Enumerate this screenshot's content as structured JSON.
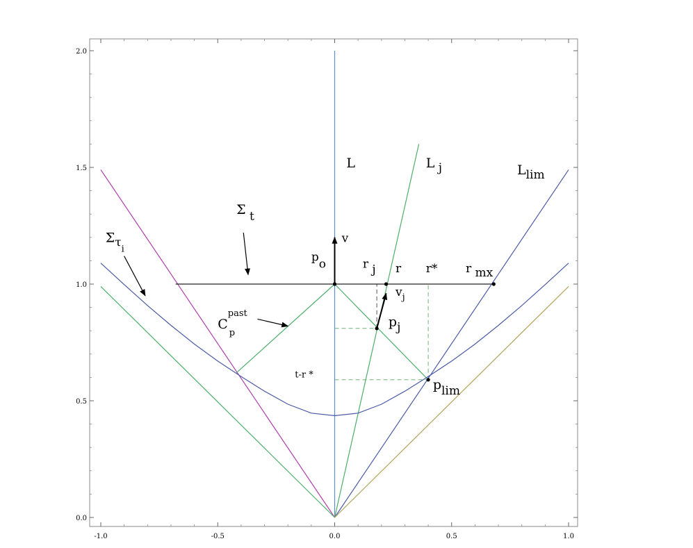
{
  "chart_data": {
    "type": "line",
    "title": "",
    "xlabel": "",
    "ylabel": "",
    "xlim": [
      -1.0,
      1.0
    ],
    "ylim": [
      0.0,
      2.0
    ],
    "grid": false,
    "x_ticks": [
      {
        "value": -1.0,
        "label": "-1.0"
      },
      {
        "value": -0.5,
        "label": "-0.5"
      },
      {
        "value": 0.0,
        "label": "0.0"
      },
      {
        "value": 0.5,
        "label": "0.5"
      },
      {
        "value": 1.0,
        "label": "1.0"
      }
    ],
    "y_ticks": [
      {
        "value": 0.0,
        "label": "0.0"
      },
      {
        "value": 0.5,
        "label": "0.5"
      },
      {
        "value": 1.0,
        "label": "1.0"
      },
      {
        "value": 1.5,
        "label": "1.5"
      },
      {
        "value": 2.0,
        "label": "2.0"
      }
    ],
    "series": [
      {
        "id": "worldline-L",
        "color": "#5b8fc6",
        "points": [
          [
            0.0,
            0.0
          ],
          [
            0.0,
            2.0
          ]
        ]
      },
      {
        "id": "worldline-Lj",
        "color": "#4caf6a",
        "points": [
          [
            0.0,
            0.0
          ],
          [
            0.36,
            1.6
          ]
        ]
      },
      {
        "id": "worldline-Llim",
        "color": "#4a5aa8",
        "points": [
          [
            0.0,
            0.0
          ],
          [
            1.0,
            1.49
          ]
        ]
      },
      {
        "id": "magenta-line",
        "color": "#b03db0",
        "points": [
          [
            -1.0,
            1.49
          ],
          [
            0.0,
            0.0
          ]
        ]
      },
      {
        "id": "green-cone-left",
        "color": "#4caf6a",
        "points": [
          [
            -1.0,
            0.99
          ],
          [
            0.0,
            0.0
          ]
        ]
      },
      {
        "id": "tan-cone-right",
        "color": "#b3a35a",
        "points": [
          [
            0.0,
            0.0
          ],
          [
            1.0,
            0.99
          ]
        ]
      },
      {
        "id": "past-cone-left",
        "color": "#4caf6a",
        "points": [
          [
            -0.42,
            0.62
          ],
          [
            0.0,
            1.0
          ]
        ]
      },
      {
        "id": "past-cone-right",
        "color": "#4caf6a",
        "points": [
          [
            0.0,
            1.0
          ],
          [
            0.4,
            0.59
          ]
        ]
      },
      {
        "id": "surface-sigma-t",
        "color": "#222222",
        "points": [
          [
            -0.68,
            1.0
          ],
          [
            0.68,
            1.0
          ]
        ]
      },
      {
        "id": "hyperboloid-sigma-tau",
        "color": "#4a5aa8",
        "points": [
          [
            -1.0,
            1.09
          ],
          [
            -0.9,
            0.998
          ],
          [
            -0.8,
            0.908
          ],
          [
            -0.7,
            0.823
          ],
          [
            -0.6,
            0.743
          ],
          [
            -0.5,
            0.67
          ],
          [
            -0.4,
            0.604
          ],
          [
            -0.3,
            0.541
          ],
          [
            -0.2,
            0.485
          ],
          [
            -0.1,
            0.447
          ],
          [
            0.0,
            0.436
          ],
          [
            0.1,
            0.447
          ],
          [
            0.2,
            0.485
          ],
          [
            0.3,
            0.541
          ],
          [
            0.4,
            0.604
          ],
          [
            0.5,
            0.67
          ],
          [
            0.6,
            0.743
          ],
          [
            0.7,
            0.823
          ],
          [
            0.8,
            0.908
          ],
          [
            0.9,
            0.998
          ],
          [
            1.0,
            1.09
          ]
        ]
      }
    ],
    "guides": [
      {
        "id": "guide-rj",
        "color": "#555555",
        "points": [
          [
            0.18,
            0.81
          ],
          [
            0.18,
            1.0
          ]
        ]
      },
      {
        "id": "guide-pj-horizontal",
        "color": "#6fb07f",
        "points": [
          [
            0.0,
            0.81
          ],
          [
            0.18,
            0.81
          ]
        ]
      },
      {
        "id": "guide-rstar",
        "color": "#6fb07f",
        "points": [
          [
            0.4,
            0.59
          ],
          [
            0.4,
            1.0
          ]
        ]
      },
      {
        "id": "guide-plim-horizontal",
        "color": "#6fb07f",
        "points": [
          [
            0.0,
            0.59
          ],
          [
            0.4,
            0.59
          ]
        ]
      }
    ],
    "points": [
      {
        "id": "point-po",
        "x": 0.0,
        "y": 1.0
      },
      {
        "id": "point-r",
        "x": 0.22,
        "y": 1.0
      },
      {
        "id": "point-rmx",
        "x": 0.68,
        "y": 1.0
      },
      {
        "id": "point-pj",
        "x": 0.18,
        "y": 0.81
      },
      {
        "id": "point-plim",
        "x": 0.4,
        "y": 0.59
      }
    ],
    "vectors": [
      {
        "id": "vector-v",
        "from": [
          0.0,
          1.0
        ],
        "to": [
          0.0,
          1.2
        ]
      },
      {
        "id": "vector-vj",
        "from": [
          0.18,
          0.81
        ],
        "to": [
          0.22,
          0.96
        ]
      }
    ],
    "label_arrows": [
      {
        "id": "arrow-sigma-t",
        "from": [
          -0.39,
          1.22
        ],
        "to": [
          -0.37,
          1.04
        ]
      },
      {
        "id": "arrow-sigma-tau",
        "from": [
          -0.9,
          1.12
        ],
        "to": [
          -0.81,
          0.95
        ]
      },
      {
        "id": "arrow-cp-past",
        "from": [
          -0.33,
          0.85
        ],
        "to": [
          -0.2,
          0.82
        ]
      }
    ],
    "annotations": [
      {
        "id": "label-L",
        "x": 0.05,
        "y": 1.5,
        "size": "main",
        "parts": [
          {
            "text": "L"
          }
        ]
      },
      {
        "id": "label-Lj",
        "x": 0.39,
        "y": 1.5,
        "size": "main",
        "parts": [
          {
            "text": "L"
          },
          {
            "text": " j",
            "dy": 6,
            "size": "sub"
          }
        ]
      },
      {
        "id": "label-Llim",
        "x": 0.78,
        "y": 1.47,
        "size": "main",
        "parts": [
          {
            "text": "L"
          },
          {
            "text": "lim",
            "dy": 6,
            "size": "sub"
          }
        ]
      },
      {
        "id": "label-sigma-t",
        "x": -0.42,
        "y": 1.3,
        "size": "main",
        "parts": [
          {
            "text": "Σ"
          },
          {
            "text": " t",
            "dy": 9,
            "size": "sub"
          }
        ]
      },
      {
        "id": "label-sigma-tau",
        "x": -0.98,
        "y": 1.18,
        "size": "main",
        "parts": [
          {
            "text": "Σ"
          },
          {
            "text": "τ",
            "dy": 6,
            "size": "sub"
          },
          {
            "text": "i",
            "dy": 8,
            "size": "small"
          }
        ]
      },
      {
        "id": "label-v",
        "x": 0.03,
        "y": 1.18,
        "size": "sub",
        "parts": [
          {
            "text": "v"
          }
        ]
      },
      {
        "id": "label-po",
        "x": -0.1,
        "y": 1.1,
        "size": "sub",
        "parts": [
          {
            "text": "p"
          },
          {
            "text": "o",
            "dy": 10
          }
        ]
      },
      {
        "id": "label-rj",
        "x": 0.12,
        "y": 1.07,
        "size": "sub",
        "parts": [
          {
            "text": "r"
          },
          {
            "text": " j",
            "dy": 8
          }
        ]
      },
      {
        "id": "label-r",
        "x": 0.26,
        "y": 1.05,
        "size": "sub",
        "parts": [
          {
            "text": "r"
          }
        ]
      },
      {
        "id": "label-rstar",
        "x": 0.39,
        "y": 1.05,
        "size": "sub",
        "parts": [
          {
            "text": "r*"
          }
        ]
      },
      {
        "id": "label-rmx",
        "x": 0.56,
        "y": 1.05,
        "size": "sub",
        "parts": [
          {
            "text": "r"
          },
          {
            "text": " mx",
            "dy": 6
          }
        ]
      },
      {
        "id": "label-vj",
        "x": 0.26,
        "y": 0.95,
        "size": "sub",
        "parts": [
          {
            "text": "v"
          },
          {
            "text": "j",
            "dy": 6,
            "size": "small"
          }
        ]
      },
      {
        "id": "label-cp-past",
        "x": -0.5,
        "y": 0.81,
        "size": "main",
        "parts": [
          {
            "text": "C"
          },
          {
            "text": "past",
            "dy": -18,
            "size": "small"
          },
          {
            "text": "p",
            "dy": 28,
            "dx": -26,
            "size": "small"
          }
        ]
      },
      {
        "id": "label-pj",
        "x": 0.23,
        "y": 0.82,
        "size": "main",
        "parts": [
          {
            "text": "p"
          },
          {
            "text": "j",
            "dy": 7,
            "size": "sub"
          }
        ]
      },
      {
        "id": "label-t-rstar",
        "x": -0.17,
        "y": 0.6,
        "size": "small",
        "parts": [
          {
            "text": "t-r *"
          }
        ]
      },
      {
        "id": "label-plim",
        "x": 0.42,
        "y": 0.55,
        "size": "main",
        "parts": [
          {
            "text": "p"
          },
          {
            "text": "lim",
            "dy": 8,
            "size": "sub"
          }
        ]
      }
    ]
  }
}
